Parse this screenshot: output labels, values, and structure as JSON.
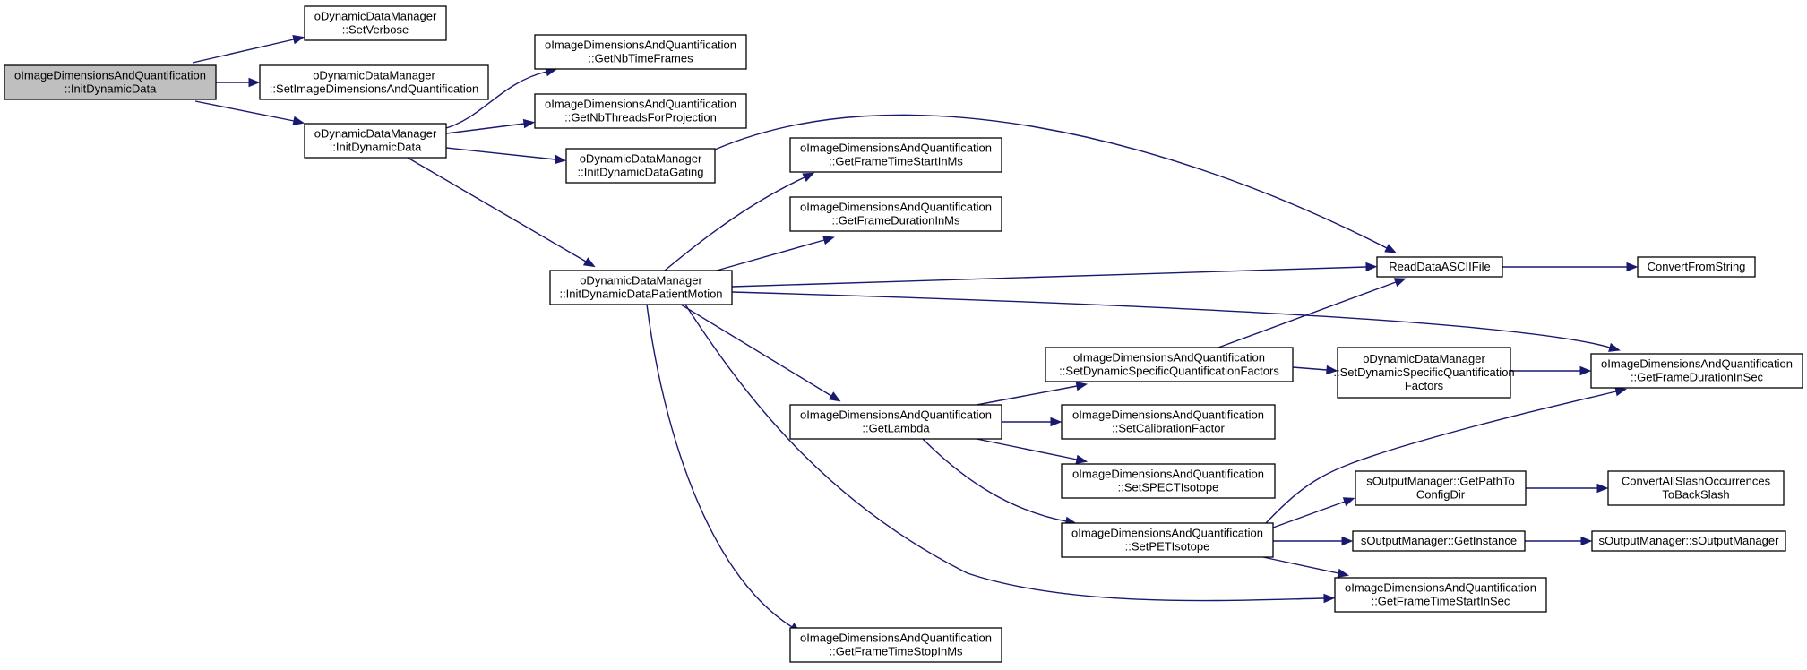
{
  "diagram": {
    "kind": "call-graph",
    "colors": {
      "edge": "#191970",
      "root_fill": "#bfbfbf",
      "node_fill": "#ffffff",
      "node_border": "#000000"
    },
    "nodes": [
      {
        "id": "root",
        "lines": [
          "oImageDimensionsAndQuantification",
          "::InitDynamicData"
        ],
        "root": true
      },
      {
        "id": "setverbose",
        "lines": [
          "oDynamicDataManager",
          "::SetVerbose"
        ]
      },
      {
        "id": "setimgdims",
        "lines": [
          "oDynamicDataManager",
          "::SetImageDimensionsAndQuantification"
        ]
      },
      {
        "id": "ddm_init",
        "lines": [
          "oDynamicDataManager",
          "::InitDynamicData"
        ]
      },
      {
        "id": "getnbtimeframes",
        "lines": [
          "oImageDimensionsAndQuantification",
          "::GetNbTimeFrames"
        ]
      },
      {
        "id": "getnbthreads",
        "lines": [
          "oImageDimensionsAndQuantification",
          "::GetNbThreadsForProjection"
        ]
      },
      {
        "id": "initgating",
        "lines": [
          "oDynamicDataManager",
          "::InitDynamicDataGating"
        ]
      },
      {
        "id": "getframetimestartms",
        "lines": [
          "oImageDimensionsAndQuantification",
          "::GetFrameTimeStartInMs"
        ]
      },
      {
        "id": "getframedurms",
        "lines": [
          "oImageDimensionsAndQuantification",
          "::GetFrameDurationInMs"
        ]
      },
      {
        "id": "initmotion",
        "lines": [
          "oDynamicDataManager",
          "::InitDynamicDataPatientMotion"
        ]
      },
      {
        "id": "readascii",
        "lines": [
          "ReadDataASCIIFile"
        ]
      },
      {
        "id": "convertfromstring",
        "lines": [
          "ConvertFromString"
        ]
      },
      {
        "id": "setdynfactors_idq",
        "lines": [
          "oImageDimensionsAndQuantification",
          "::SetDynamicSpecificQuantificationFactors"
        ]
      },
      {
        "id": "setdynfactors_ddm",
        "lines": [
          "oDynamicDataManager",
          "::SetDynamicSpecificQuantification",
          "Factors"
        ]
      },
      {
        "id": "getframedursec",
        "lines": [
          "oImageDimensionsAndQuantification",
          "::GetFrameDurationInSec"
        ]
      },
      {
        "id": "getlambda",
        "lines": [
          "oImageDimensionsAndQuantification",
          "::GetLambda"
        ]
      },
      {
        "id": "setcalib",
        "lines": [
          "oImageDimensionsAndQuantification",
          "::SetCalibrationFactor"
        ]
      },
      {
        "id": "setspect",
        "lines": [
          "oImageDimensionsAndQuantification",
          "::SetSPECTIsotope"
        ]
      },
      {
        "id": "setpet",
        "lines": [
          "oImageDimensionsAndQuantification",
          "::SetPETIsotope"
        ]
      },
      {
        "id": "getpathto",
        "lines": [
          "sOutputManager::GetPathTo",
          "ConfigDir"
        ]
      },
      {
        "id": "convertslash",
        "lines": [
          "ConvertAllSlashOccurrences",
          "ToBackSlash"
        ]
      },
      {
        "id": "getinstance",
        "lines": [
          "sOutputManager::GetInstance"
        ]
      },
      {
        "id": "soutputmanager",
        "lines": [
          "sOutputManager::sOutputManager"
        ]
      },
      {
        "id": "getframetimestartsec",
        "lines": [
          "oImageDimensionsAndQuantification",
          "::GetFrameTimeStartInSec"
        ]
      },
      {
        "id": "getframetimestopms",
        "lines": [
          "oImageDimensionsAndQuantification",
          "::GetFrameTimeStopInMs"
        ]
      }
    ],
    "edges": [
      [
        "root",
        "setverbose"
      ],
      [
        "root",
        "setimgdims"
      ],
      [
        "root",
        "ddm_init"
      ],
      [
        "ddm_init",
        "getnbtimeframes"
      ],
      [
        "ddm_init",
        "getnbthreads"
      ],
      [
        "ddm_init",
        "initgating"
      ],
      [
        "ddm_init",
        "initmotion"
      ],
      [
        "initgating",
        "readascii"
      ],
      [
        "initmotion",
        "getframetimestartms"
      ],
      [
        "initmotion",
        "getframedurms"
      ],
      [
        "initmotion",
        "readascii"
      ],
      [
        "initmotion",
        "getframedursec"
      ],
      [
        "initmotion",
        "getlambda"
      ],
      [
        "initmotion",
        "getframetimestartsec"
      ],
      [
        "initmotion",
        "getframetimestopms"
      ],
      [
        "readascii",
        "convertfromstring"
      ],
      [
        "getlambda",
        "setdynfactors_idq"
      ],
      [
        "getlambda",
        "setcalib"
      ],
      [
        "getlambda",
        "setspect"
      ],
      [
        "getlambda",
        "setpet"
      ],
      [
        "setdynfactors_idq",
        "readascii"
      ],
      [
        "setdynfactors_idq",
        "setdynfactors_ddm"
      ],
      [
        "setdynfactors_ddm",
        "getframedursec"
      ],
      [
        "setpet",
        "getframedursec"
      ],
      [
        "setpet",
        "getpathto"
      ],
      [
        "setpet",
        "getinstance"
      ],
      [
        "setpet",
        "getframetimestartsec"
      ],
      [
        "getpathto",
        "convertslash"
      ],
      [
        "getinstance",
        "soutputmanager"
      ]
    ]
  }
}
